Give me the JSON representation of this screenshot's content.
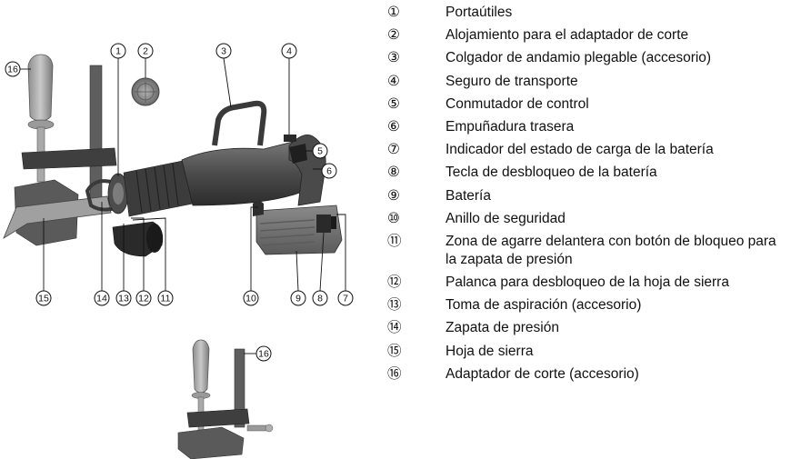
{
  "legend": [
    {
      "num": "①",
      "label": "Portaútiles"
    },
    {
      "num": "②",
      "label": "Alojamiento para el adaptador de corte"
    },
    {
      "num": "③",
      "label": "Colgador de andamio plegable (accesorio)"
    },
    {
      "num": "④",
      "label": "Seguro de transporte"
    },
    {
      "num": "⑤",
      "label": "Conmutador de control"
    },
    {
      "num": "⑥",
      "label": "Empuñadura trasera"
    },
    {
      "num": "⑦",
      "label": "Indicador del estado de carga de la batería"
    },
    {
      "num": "⑧",
      "label": "Tecla de desbloqueo de la batería"
    },
    {
      "num": "⑨",
      "label": "Batería"
    },
    {
      "num": "⑩",
      "label": "Anillo de seguridad"
    },
    {
      "num": "⑪",
      "label": "Zona de agarre delantera con botón de bloqueo para la zapata de presión"
    },
    {
      "num": "⑫",
      "label": "Palanca para desbloqueo de la hoja de sierra"
    },
    {
      "num": "⑬",
      "label": "Toma de aspiración (accesorio)"
    },
    {
      "num": "⑭",
      "label": "Zapata de presión"
    },
    {
      "num": "⑮",
      "label": "Hoja de sierra"
    },
    {
      "num": "⑯",
      "label": "Adaptador de corte (accesorio)"
    }
  ],
  "callouts": {
    "c1": "1",
    "c2": "2",
    "c3": "3",
    "c4": "4",
    "c5": "5",
    "c6": "6",
    "c7": "7",
    "c8": "8",
    "c9": "9",
    "c10": "10",
    "c11": "11",
    "c12": "12",
    "c13": "13",
    "c14": "14",
    "c15": "15",
    "c16a": "16",
    "c16b": "16"
  }
}
